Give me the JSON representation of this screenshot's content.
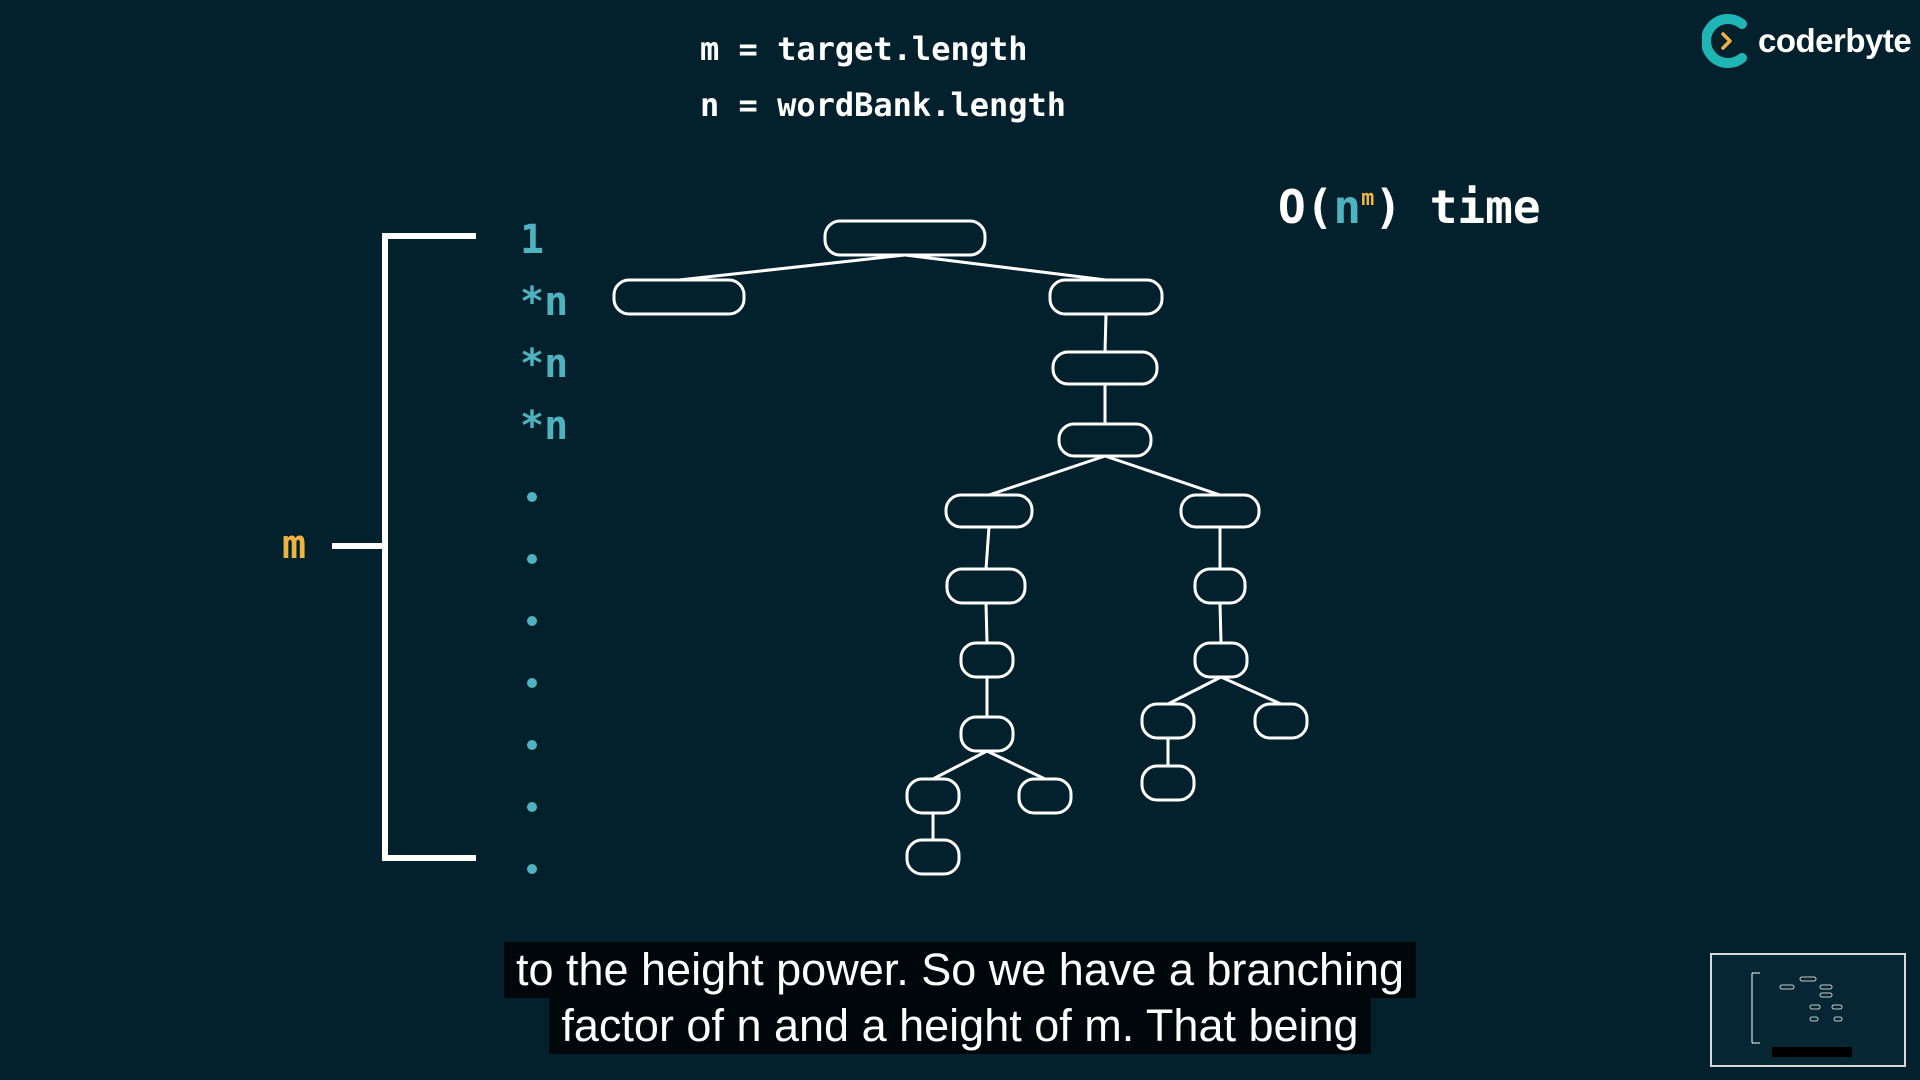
{
  "definitions": {
    "m_line": "m = target.length",
    "n_line": "n = wordBank.length"
  },
  "complexity": {
    "open": "O(",
    "base": "n",
    "exponent": "m",
    "close": ") time"
  },
  "logo": {
    "wordmark": "coderbyte",
    "icon": "coderbyte-logo-icon"
  },
  "bracket_label": "m",
  "levels": {
    "first": "1",
    "rows": [
      "*n",
      "*n",
      "*n"
    ],
    "ellipsis_dots": 7
  },
  "captions": {
    "line1": "to the height power. So we have a branching",
    "line2": "factor of n and a height of m. That being"
  },
  "colors": {
    "background": "#03202d",
    "teal": "#4fb3bf",
    "orange": "#f0b340",
    "white": "#ffffff"
  }
}
